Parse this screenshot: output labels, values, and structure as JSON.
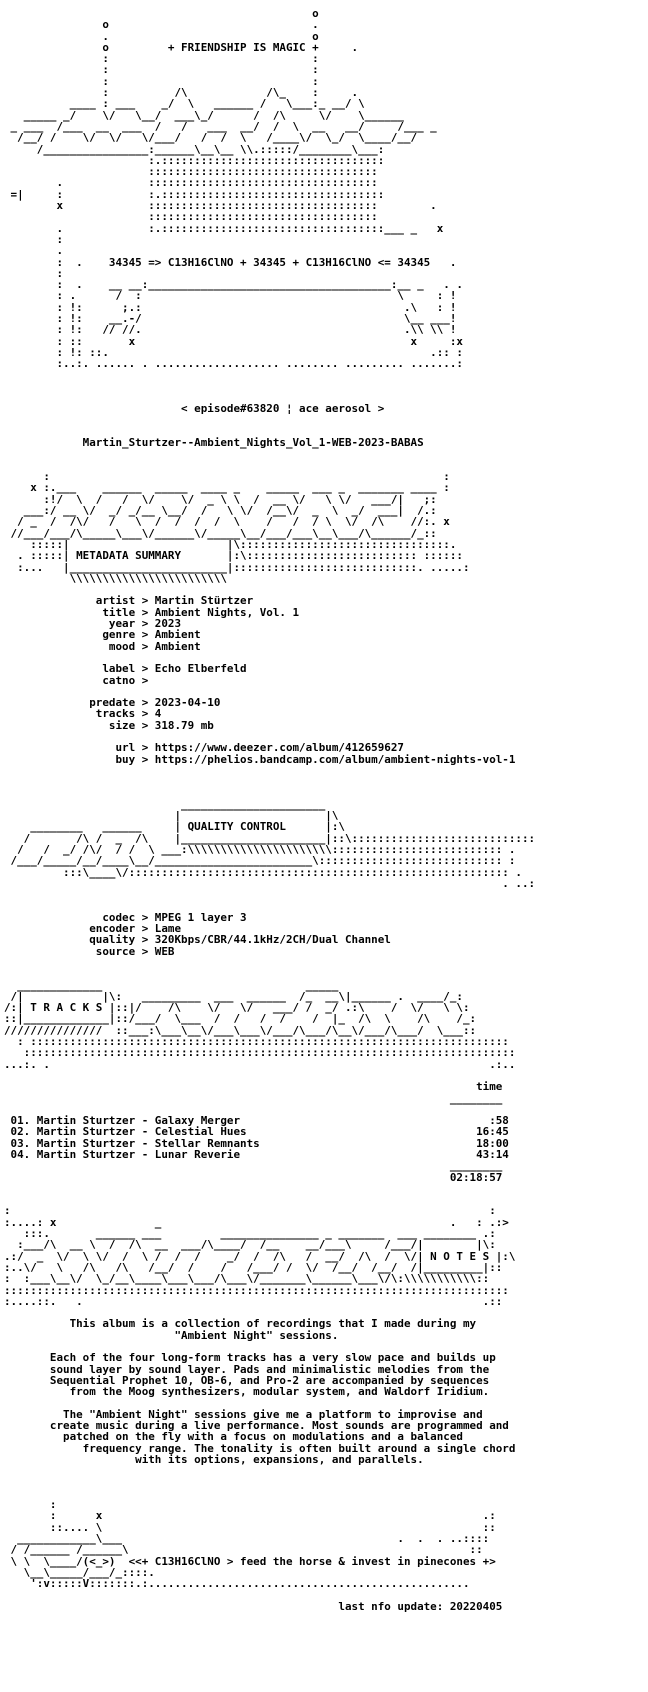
{
  "page": {
    "release_name": "Martin_Sturtzer--Ambient_Nights_Vol_1-WEB-2023-BABAS",
    "episode_line": "< episode#63820 ¦ ace aerosol >",
    "footer_update": "last nfo update: 20220405"
  },
  "lines": [
    {
      "t": "                                               o",
      "k": "art"
    },
    {
      "t": "               o                               .",
      "k": "art"
    },
    {
      "t": "               .                               o",
      "k": "art"
    },
    {
      "t": "               o         + FRIENDSHIP IS MAGIC +     .",
      "k": "text"
    },
    {
      "t": "               :                               :",
      "k": "art"
    },
    {
      "t": "               :                               :",
      "k": "art"
    },
    {
      "t": "               :                               :",
      "k": "art"
    },
    {
      "t": "               :          /\\            /\\_    :     .",
      "k": "art"
    },
    {
      "t": "          ____ : ___    _/  \\   ______ /   \\___:_ __/ \\",
      "k": "art"
    },
    {
      "t": "   _____ _/    \\/   \\__/  ___\\_/      /  /\\     \\/    \\______",
      "k": "art"
    },
    {
      "t": " _ ___  /___  __  ___  /   /   ___  __/  /  \\  __   __/     /___ _",
      "k": "art"
    },
    {
      "t": "  /__/ /    \\/  \\/   \\/___/   /  /  \\   /____\\/  \\_/  \\____/__/",
      "k": "art"
    },
    {
      "t": "     /________________:______\\__\\__ \\\\.:::::/________\\___:",
      "k": "art"
    },
    {
      "t": "                      :.::::::::::::::::::::::::::::::::::",
      "k": "art"
    },
    {
      "t": "                      :::::::::::::::::::::::::::::::::::",
      "k": "art"
    },
    {
      "t": "        .             :::::::::::::::::::::::::::::::::::",
      "k": "art"
    },
    {
      "t": " =|     :             :.::::::::::::::::::::::::::::::::::",
      "k": "art"
    },
    {
      "t": "        x             :::::::::::::::::::::::::::::::::::        .",
      "k": "art"
    },
    {
      "t": "                      :::::::::::::::::::::::::::::::::::",
      "k": "art"
    },
    {
      "t": "        .             :.::::::::::::::::::::::::::::::::::___ _   x",
      "k": "art"
    },
    {
      "t": "        :",
      "k": "art"
    },
    {
      "t": "        .",
      "k": "art"
    },
    {
      "t": "        :  .    34345 => C13H16ClNO + 34345 + C13H16ClNO <= 34345   .",
      "k": "text"
    },
    {
      "t": "        :",
      "k": "art"
    },
    {
      "t": "        :  .    __ __:_____________________________________:__ _   . .",
      "k": "art"
    },
    {
      "t": "        : .      /  :                                       \\     : !",
      "k": "art"
    },
    {
      "t": "        : !:      ;.:                                        .\\   : !",
      "k": "art"
    },
    {
      "t": "        : !:    __.-/                                        \\__ ___!",
      "k": "art"
    },
    {
      "t": "        : !:   // //.                                        .\\\\ \\\\ !",
      "k": "art"
    },
    {
      "t": "        : ::       x                                          x     :x",
      "k": "art"
    },
    {
      "t": "        : !: ::.                                                 .:: :",
      "k": "art"
    },
    {
      "t": "        :..:. ...... . ................... ........ ......... .......:",
      "k": "art"
    },
    {
      "t": "",
      "k": "blank"
    },
    {
      "t": "",
      "k": "blank"
    },
    {
      "t": "",
      "k": "blank"
    },
    {
      "t": "                           < episode#63820 ¦ ace aerosol >",
      "k": "text"
    },
    {
      "t": "",
      "k": "blank"
    },
    {
      "t": "",
      "k": "blank"
    },
    {
      "t": "            Martin_Sturtzer--Ambient_Nights_Vol_1-WEB-2023-BABAS",
      "k": "text"
    },
    {
      "t": "",
      "k": "blank"
    },
    {
      "t": "",
      "k": "blank"
    },
    {
      "t": "      :                                                            :",
      "k": "art"
    },
    {
      "t": "    x :.___    ______  _____  ____ _    _____  ___ _  _______ ____ :",
      "k": "art"
    },
    {
      "t": "      :!/  \\  /   /  \\/    \\/  _ \\ \\  /  __ \\/   \\ \\/   ___/|   ;:",
      "k": "art"
    },
    {
      "t": "   ___:/ __ \\/  _/ _/__ \\__/  /   \\ \\/  /__\\/  _  \\  _/  ___|  /.:",
      "k": "art"
    },
    {
      "t": "  / _  /  /\\/   /   \\  /  /  /  /  \\    /   /  / \\  \\/  /\\    //:. x",
      "k": "art"
    },
    {
      "t": " //___/___/\\_____\\___\\/______\\/_____\\__/___/___\\__\\___/\\______/_::",
      "k": "art"
    },
    {
      "t": "    :::::|                        |\\::::::::::::::::::::::::::::::::.",
      "k": "art"
    },
    {
      "t": "  . :::::| METADATA SUMMARY       |:\\:::::::::::::::::::::::::: ::::::",
      "k": "art"
    },
    {
      "t": "  :...   |________________________|::::::::::::::::::::::::::::. .....:",
      "k": "art"
    },
    {
      "t": "          \\\\\\\\\\\\\\\\\\\\\\\\\\\\\\\\\\\\\\\\\\\\\\\\",
      "k": "art"
    },
    {
      "t": "",
      "k": "blank"
    },
    {
      "t": "              artist > Martin Stürtzer",
      "k": "text"
    },
    {
      "t": "               title > Ambient Nights, Vol. 1",
      "k": "text"
    },
    {
      "t": "                year > 2023",
      "k": "text"
    },
    {
      "t": "               genre > Ambient",
      "k": "text"
    },
    {
      "t": "                mood > Ambient",
      "k": "text"
    },
    {
      "t": "",
      "k": "blank"
    },
    {
      "t": "               label > Echo Elberfeld",
      "k": "text"
    },
    {
      "t": "               catno >",
      "k": "text"
    },
    {
      "t": "",
      "k": "blank"
    },
    {
      "t": "             predate > 2023-04-10",
      "k": "text"
    },
    {
      "t": "              tracks > 4",
      "k": "text"
    },
    {
      "t": "                size > 318.79 mb",
      "k": "text"
    },
    {
      "t": "",
      "k": "blank"
    },
    {
      "t": "                 url > https://www.deezer.com/album/412659627",
      "k": "text"
    },
    {
      "t": "                 buy > https://phelios.bandcamp.com/album/ambient-nights-vol-1",
      "k": "text"
    },
    {
      "t": "",
      "k": "blank"
    },
    {
      "t": "",
      "k": "blank"
    },
    {
      "t": "",
      "k": "blank"
    },
    {
      "t": "                           ______________________",
      "k": "art"
    },
    {
      "t": "                          |                      |\\",
      "k": "art"
    },
    {
      "t": "    ________   ______     | QUALITY CONTROL      |:\\",
      "k": "art"
    },
    {
      "t": "   /       /\\ /  _  /\\    |______________________|::\\::::::::::::::::::::::::::::",
      "k": "art"
    },
    {
      "t": "  /   /  _/ /\\/  / /  \\ ___:\\\\\\\\\\\\\\\\\\\\\\\\\\\\\\\\\\\\\\\\\\\\:::::::::::::::::::::::::: .",
      "k": "art"
    },
    {
      "t": " /___/_____/__/____\\__/________________________\\:::::::::::::::::::::::::::: :",
      "k": "art"
    },
    {
      "t": "         :::\\____\\/:::::::::::::::::::::::::::::::::::::::::::::::::::::::::: .",
      "k": "art"
    },
    {
      "t": "                                                                            . ..:",
      "k": "art"
    },
    {
      "t": "",
      "k": "blank"
    },
    {
      "t": "",
      "k": "blank"
    },
    {
      "t": "               codec > MPEG 1 layer 3",
      "k": "text"
    },
    {
      "t": "             encoder > Lame",
      "k": "text"
    },
    {
      "t": "             quality > 320Kbps/CBR/44.1kHz/2CH/Dual Channel",
      "k": "text"
    },
    {
      "t": "              source > WEB",
      "k": "text"
    },
    {
      "t": "",
      "k": "blank"
    },
    {
      "t": "",
      "k": "blank"
    },
    {
      "t": "  _____________                               _____",
      "k": "art"
    },
    {
      "t": " /|            |\\:   _________  ___  ______  /_  __\\|______ .  ____/_:",
      "k": "art"
    },
    {
      "t": "/:| T R A C K S |::|/    /\\    \\/   \\/   ___/ /  _/ .:\\    /  \\/   \\ \\:",
      "k": "art"
    },
    {
      "t": "::|_____________|::/___/  \\___  /  /   /  /    /  |_  /\\  \\    /\\    /_:",
      "k": "art"
    },
    {
      "t": "///////////////  ::___:\\___\\__\\/___\\___\\/___/\\___/\\__\\/___/\\___/  \\___::",
      "k": "art"
    },
    {
      "t": "  : :::::::::::::::::::::::::::::::::::::::::::::::::::::::::::::::::::::::::",
      "k": "art"
    },
    {
      "t": "   :::::::::::::::::::::::::::::::::::::::::::::::::::::::::::::::::::::::::::",
      "k": "art"
    },
    {
      "t": "...:. .                                                                   .:..",
      "k": "art"
    },
    {
      "t": "",
      "k": "blank"
    },
    {
      "t": "                                                                        time",
      "k": "text"
    },
    {
      "t": "                                                                    ________",
      "k": "text"
    },
    {
      "t": "",
      "k": "blank"
    },
    {
      "t": " 01. Martin Sturtzer - Galaxy Merger                                      :58",
      "k": "text"
    },
    {
      "t": " 02. Martin Sturtzer - Celestial Hues                                   16:45",
      "k": "text"
    },
    {
      "t": " 03. Martin Sturtzer - Stellar Remnants                                 18:00",
      "k": "text"
    },
    {
      "t": " 04. Martin Sturtzer - Lunar Reverie                                    43:14",
      "k": "text"
    },
    {
      "t": "                                                                    ________",
      "k": "text"
    },
    {
      "t": "                                                                    02:18:57",
      "k": "text"
    },
    {
      "t": "",
      "k": "blank"
    },
    {
      "t": "",
      "k": "blank"
    },
    {
      "t": ":                                                                         :",
      "k": "art"
    },
    {
      "t": ":....: x               _                                            .   : .:>",
      "k": "art"
    },
    {
      "t": "   :::.       ______ ___         _______________ _ _______  ___ ________ .:",
      "k": "art"
    },
    {
      "t": "  :___/\\  __ \\  /  /\\  __  ___/\\____/  /__    __/___\\     /___/|        |\\:",
      "k": "art"
    },
    {
      "t": ".:/  _  \\/  \\ \\/  /  \\ /  /  /    _/  /  /\\   /  __/  /\\  /  \\/| N O T E S |:\\",
      "k": "art"
    },
    {
      "t": ":..\\/   \\   /\\   /\\   /__/  /    /   /___/ /  \\/  /__/  /__/  /|_________|::",
      "k": "art"
    },
    {
      "t": ":  :___\\__\\/  \\_/__\\____\\___\\___/\\___\\/_______\\______\\___\\/\\:\\\\\\\\\\\\\\\\\\\\\\::",
      "k": "art"
    },
    {
      "t": ":::::::::::::::::::::::::::::::::::::::::::::::::::::::::::::::::::::::::::::",
      "k": "art"
    },
    {
      "t": ":....::.   .                                                             .::",
      "k": "art"
    },
    {
      "t": "",
      "k": "blank"
    },
    {
      "t": "          This album is a collection of recordings that I made during my",
      "k": "text"
    },
    {
      "t": "                          \"Ambient Night\" sessions.",
      "k": "text"
    },
    {
      "t": "",
      "k": "blank"
    },
    {
      "t": "       Each of the four long-form tracks has a very slow pace and builds up",
      "k": "text"
    },
    {
      "t": "       sound layer by sound layer. Pads and minimalistic melodies from the",
      "k": "text"
    },
    {
      "t": "       Sequential Prophet 10, OB-6, and Pro-2 are accompanied by sequences",
      "k": "text"
    },
    {
      "t": "          from the Moog synthesizers, modular system, and Waldorf Iridium.",
      "k": "text"
    },
    {
      "t": "",
      "k": "blank"
    },
    {
      "t": "         The \"Ambient Night\" sessions give me a platform to improvise and",
      "k": "text"
    },
    {
      "t": "       create music during a live performance. Most sounds are programmed and",
      "k": "text"
    },
    {
      "t": "         patched on the fly with a focus on modulations and a balanced",
      "k": "text"
    },
    {
      "t": "            frequency range. The tonality is often built around a single chord",
      "k": "text"
    },
    {
      "t": "                    with its options, expansions, and parallels.",
      "k": "text"
    },
    {
      "t": "",
      "k": "blank"
    },
    {
      "t": "",
      "k": "blank"
    },
    {
      "t": "",
      "k": "blank"
    },
    {
      "t": "       :",
      "k": "art"
    },
    {
      "t": "       :      x                                                          .:",
      "k": "art"
    },
    {
      "t": "       ::.... \\                                                          ::",
      "k": "art"
    },
    {
      "t": "  ____________\\___                                          .  .  . ..::::",
      "k": "art"
    },
    {
      "t": " / /______ /______\\                                                    ::",
      "k": "art"
    },
    {
      "t": " \\ \\  \\____/(<_>)  <<+ C13H16ClNO > feed the horse & invest in pinecones +>",
      "k": "text"
    },
    {
      "t": "   \\__\\_____/___/_::::.",
      "k": "art"
    },
    {
      "t": "    ':v:::::V:::::::.:.................................................",
      "k": "art"
    },
    {
      "t": "",
      "k": "blank"
    },
    {
      "t": "                                                   last nfo update: 20220405",
      "k": "text"
    }
  ]
}
